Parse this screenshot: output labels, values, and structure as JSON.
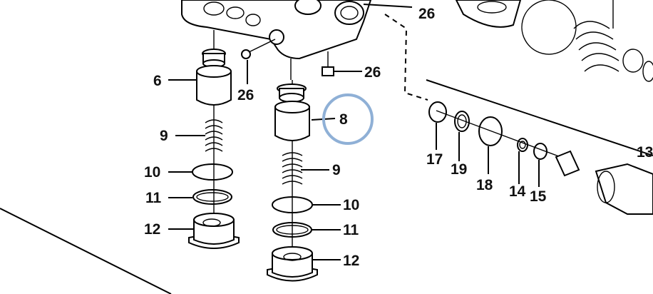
{
  "diagram": {
    "callouts": [
      {
        "id": "c26a",
        "text": "26"
      },
      {
        "id": "c26b",
        "text": "26"
      },
      {
        "id": "c26c",
        "text": "26"
      },
      {
        "id": "c6",
        "text": "6"
      },
      {
        "id": "c8",
        "text": "8"
      },
      {
        "id": "c9a",
        "text": "9"
      },
      {
        "id": "c9b",
        "text": "9"
      },
      {
        "id": "c10a",
        "text": "10"
      },
      {
        "id": "c10b",
        "text": "10"
      },
      {
        "id": "c11a",
        "text": "11"
      },
      {
        "id": "c11b",
        "text": "11"
      },
      {
        "id": "c12a",
        "text": "12"
      },
      {
        "id": "c12b",
        "text": "12"
      },
      {
        "id": "c17",
        "text": "17"
      },
      {
        "id": "c19",
        "text": "19"
      },
      {
        "id": "c18",
        "text": "18"
      },
      {
        "id": "c14",
        "text": "14"
      },
      {
        "id": "c15",
        "text": "15"
      },
      {
        "id": "c13",
        "text": "13"
      }
    ],
    "highlight": {
      "target": "8",
      "color": "#8fb0d6"
    },
    "line_color": "#000000"
  }
}
